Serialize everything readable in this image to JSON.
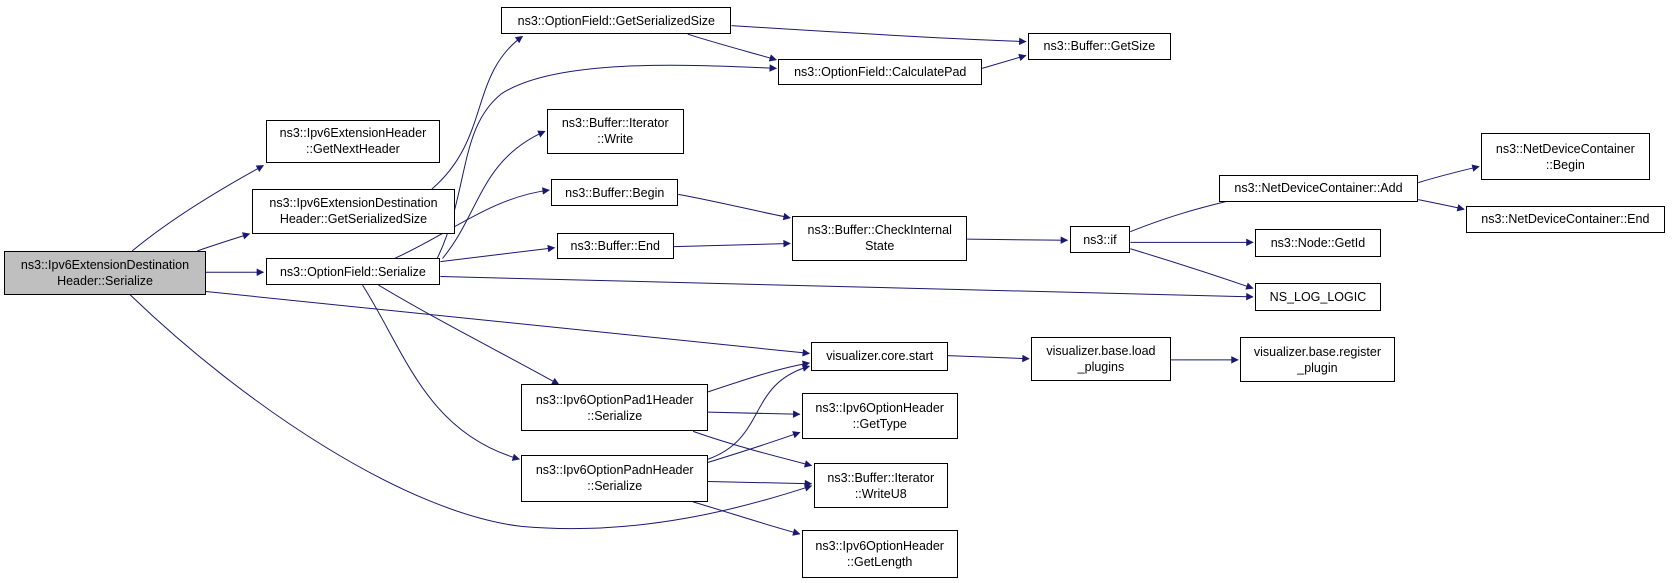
{
  "graph": {
    "colors": {
      "edge": "#191970",
      "node_border": "#000000",
      "node_fill": "#ffffff",
      "root_fill": "#bfbfbf"
    },
    "nodes": [
      {
        "id": "root",
        "label": "ns3::Ipv6ExtensionDestination\nHeader::Serialize"
      },
      {
        "id": "getNextHeader",
        "label": "ns3::Ipv6ExtensionHeader\n::GetNextHeader"
      },
      {
        "id": "destGetSerializedSize",
        "label": "ns3::Ipv6ExtensionDestination\nHeader::GetSerializedSize"
      },
      {
        "id": "optSerialize",
        "label": "ns3::OptionField::Serialize"
      },
      {
        "id": "optGetSerializedSize",
        "label": "ns3::OptionField::GetSerializedSize"
      },
      {
        "id": "calcPad",
        "label": "ns3::OptionField::CalculatePad"
      },
      {
        "id": "bufGetSize",
        "label": "ns3::Buffer::GetSize"
      },
      {
        "id": "iterWrite",
        "label": "ns3::Buffer::Iterator\n::Write"
      },
      {
        "id": "bufBegin",
        "label": "ns3::Buffer::Begin"
      },
      {
        "id": "bufEnd",
        "label": "ns3::Buffer::End"
      },
      {
        "id": "checkInternal",
        "label": "ns3::Buffer::CheckInternal\nState"
      },
      {
        "id": "nsIf",
        "label": "ns3::if"
      },
      {
        "id": "ndcAdd",
        "label": "ns3::NetDeviceContainer::Add"
      },
      {
        "id": "ndcBegin",
        "label": "ns3::NetDeviceContainer\n::Begin"
      },
      {
        "id": "ndcEnd",
        "label": "ns3::NetDeviceContainer::End"
      },
      {
        "id": "nodeGetId",
        "label": "ns3::Node::GetId"
      },
      {
        "id": "nsLogLogic",
        "label": "NS_LOG_LOGIC"
      },
      {
        "id": "vizStart",
        "label": "visualizer.core.start"
      },
      {
        "id": "vizLoad",
        "label": "visualizer.base.load\n_plugins"
      },
      {
        "id": "vizRegister",
        "label": "visualizer.base.register\n_plugin"
      },
      {
        "id": "pad1",
        "label": "ns3::Ipv6OptionPad1Header\n::Serialize"
      },
      {
        "id": "padn",
        "label": "ns3::Ipv6OptionPadnHeader\n::Serialize"
      },
      {
        "id": "optGetType",
        "label": "ns3::Ipv6OptionHeader\n::GetType"
      },
      {
        "id": "writeU8",
        "label": "ns3::Buffer::Iterator\n::WriteU8"
      },
      {
        "id": "optGetLength",
        "label": "ns3::Ipv6OptionHeader\n::GetLength"
      }
    ],
    "edges": [
      {
        "from": "root",
        "to": "getNextHeader"
      },
      {
        "from": "root",
        "to": "destGetSerializedSize"
      },
      {
        "from": "root",
        "to": "optSerialize"
      },
      {
        "from": "root",
        "to": "vizStart"
      },
      {
        "from": "root",
        "to": "writeU8"
      },
      {
        "from": "destGetSerializedSize",
        "to": "optGetSerializedSize"
      },
      {
        "from": "optGetSerializedSize",
        "to": "bufGetSize"
      },
      {
        "from": "optGetSerializedSize",
        "to": "calcPad"
      },
      {
        "from": "calcPad",
        "to": "bufGetSize"
      },
      {
        "from": "optSerialize",
        "to": "calcPad"
      },
      {
        "from": "optSerialize",
        "to": "iterWrite"
      },
      {
        "from": "optSerialize",
        "to": "bufBegin"
      },
      {
        "from": "optSerialize",
        "to": "bufEnd"
      },
      {
        "from": "optSerialize",
        "to": "nsLogLogic"
      },
      {
        "from": "optSerialize",
        "to": "pad1"
      },
      {
        "from": "optSerialize",
        "to": "padn"
      },
      {
        "from": "bufBegin",
        "to": "checkInternal"
      },
      {
        "from": "bufEnd",
        "to": "checkInternal"
      },
      {
        "from": "checkInternal",
        "to": "nsIf"
      },
      {
        "from": "nsIf",
        "to": "ndcAdd"
      },
      {
        "from": "nsIf",
        "to": "nodeGetId"
      },
      {
        "from": "nsIf",
        "to": "nsLogLogic"
      },
      {
        "from": "ndcAdd",
        "to": "ndcBegin"
      },
      {
        "from": "ndcAdd",
        "to": "ndcEnd"
      },
      {
        "from": "vizStart",
        "to": "vizLoad"
      },
      {
        "from": "vizLoad",
        "to": "vizRegister"
      },
      {
        "from": "pad1",
        "to": "vizStart"
      },
      {
        "from": "pad1",
        "to": "optGetType"
      },
      {
        "from": "pad1",
        "to": "writeU8"
      },
      {
        "from": "padn",
        "to": "vizStart"
      },
      {
        "from": "padn",
        "to": "optGetType"
      },
      {
        "from": "padn",
        "to": "writeU8"
      },
      {
        "from": "padn",
        "to": "optGetLength"
      }
    ]
  }
}
